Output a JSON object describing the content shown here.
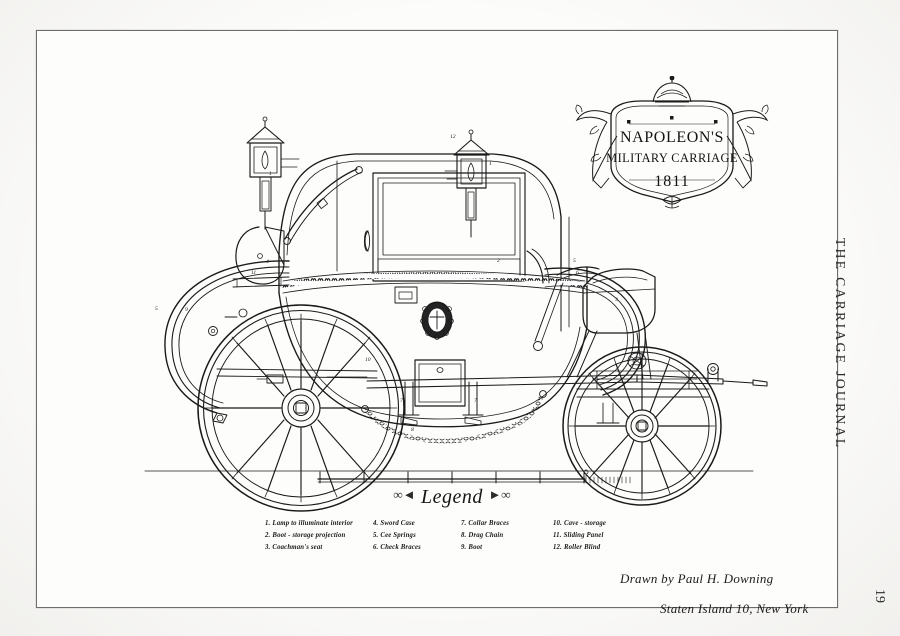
{
  "publication": {
    "journal_title": "THE CARRIAGE JOURNAL",
    "page_number": "19"
  },
  "cartouche": {
    "line1": "NAPOLEON'S",
    "line2": "MILITARY CARRIAGE",
    "line3": "1811",
    "ornament": "crown-and-ribbon-ornament"
  },
  "legend": {
    "title": "Legend",
    "flourish_left": "∞◄",
    "flourish_right": "►∞",
    "columns": [
      {
        "items": [
          {
            "num": "1.",
            "label": "Lamp to illuminate interior"
          },
          {
            "num": "2.",
            "label": "Boot - storage projection"
          },
          {
            "num": "3.",
            "label": "Coachman's seat"
          }
        ]
      },
      {
        "items": [
          {
            "num": "4.",
            "label": "Sword Case"
          },
          {
            "num": "5.",
            "label": "Cee Springs"
          },
          {
            "num": "6.",
            "label": "Check Braces"
          }
        ]
      },
      {
        "items": [
          {
            "num": "7.",
            "label": "Collar Braces"
          },
          {
            "num": "8.",
            "label": "Drag Chain"
          },
          {
            "num": "9.",
            "label": "Boot"
          }
        ]
      },
      {
        "items": [
          {
            "num": "10.",
            "label": "Cave - storage"
          },
          {
            "num": "11.",
            "label": "Sliding Panel"
          },
          {
            "num": "12.",
            "label": "Roller Blind"
          }
        ]
      }
    ]
  },
  "signature": {
    "line1": "Drawn by Paul H. Downing",
    "line2": "Staten Island 10, New York"
  },
  "drawing": {
    "subject": "napoleons-military-carriage-side-elevation",
    "callouts": [
      "1",
      "2",
      "3",
      "4",
      "5",
      "6",
      "7",
      "7",
      "8",
      "9",
      "10",
      "11",
      "12"
    ],
    "scale_bar": {
      "major_ticks": 6,
      "fine_divisions": 12
    }
  },
  "colors": {
    "ink": "#1a1a1a",
    "paper": "#fcfcfb",
    "frame": "#6d6d6d",
    "page_bg": "#fbfbfa"
  }
}
